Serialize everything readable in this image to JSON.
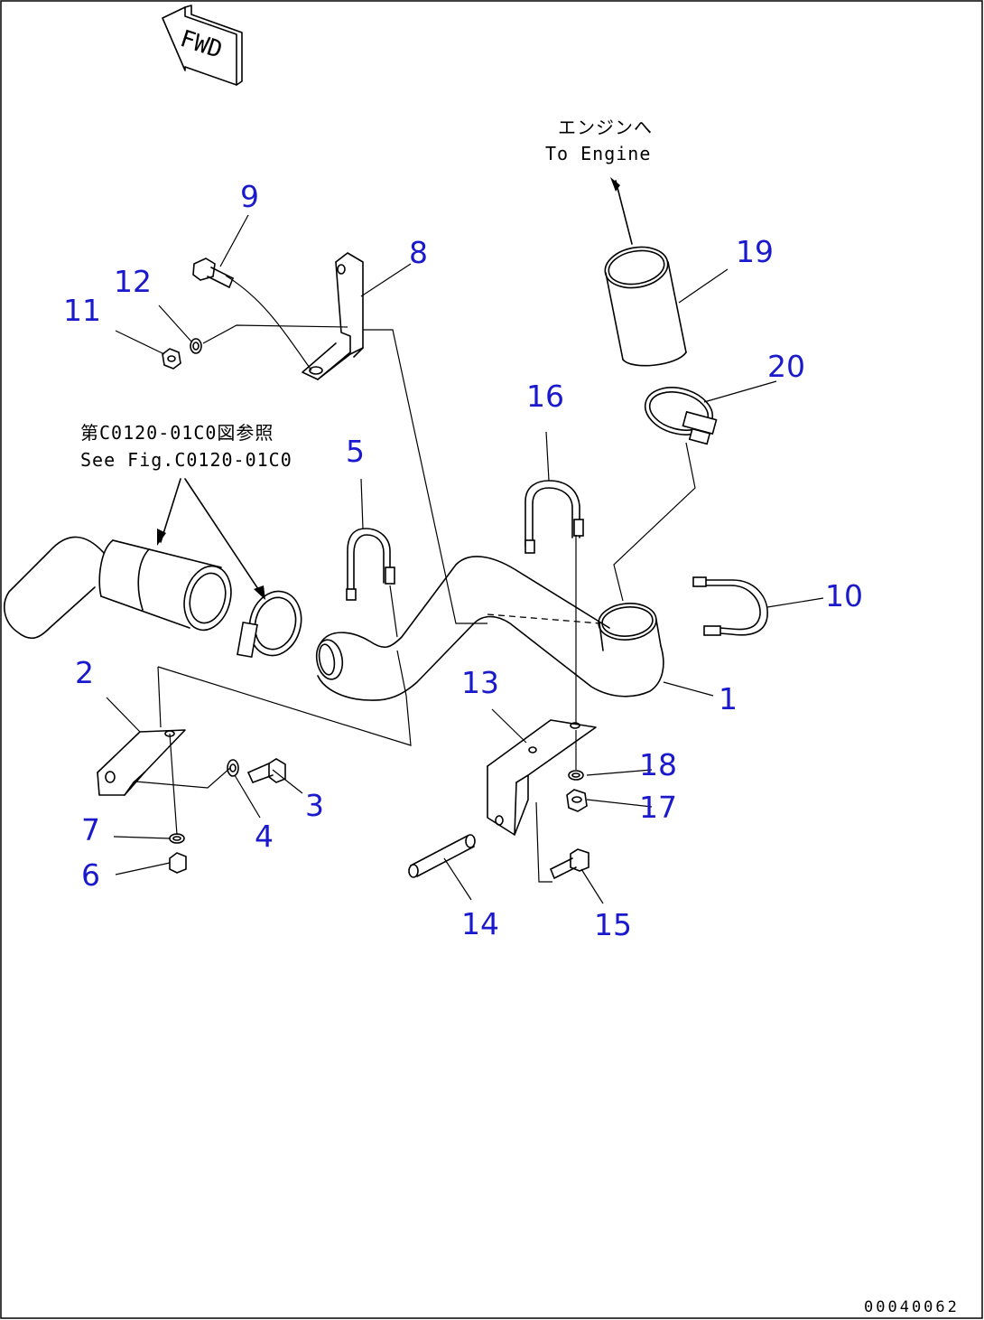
{
  "direction_marker": {
    "label": "FWD"
  },
  "notes": {
    "to_engine_jp": "エンジンへ",
    "to_engine_en": "To Engine",
    "see_fig_jp": "第C0120-01C0図参照",
    "see_fig_en": "See Fig.C0120-01C0"
  },
  "callouts": [
    "1",
    "2",
    "3",
    "4",
    "5",
    "6",
    "7",
    "8",
    "9",
    "10",
    "11",
    "12",
    "13",
    "14",
    "15",
    "16",
    "17",
    "18",
    "19",
    "20"
  ],
  "drawing_number": "00040062",
  "colors": {
    "callout": "#1a1acc",
    "line": "#000000",
    "background": "#ffffff"
  }
}
